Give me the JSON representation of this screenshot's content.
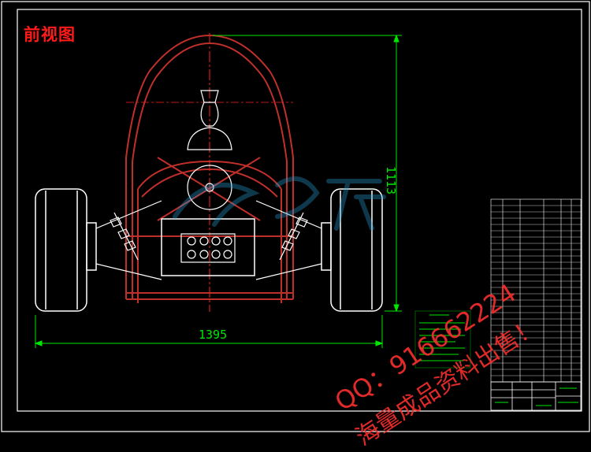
{
  "view_title": "前视图",
  "dimensions": {
    "overall_width": "1395",
    "overall_height": "1113"
  },
  "watermark": {
    "qq_line": "QQ：916662224",
    "sale_line": "海量成品资料出售！"
  },
  "colors": {
    "background": "#000000",
    "frame": "#ffffff",
    "roll_cage": "#c0302a",
    "dimension": "#00e800",
    "centerline": "#ff2020",
    "watermark": "#ff3030",
    "brand_mark": "#2aa0d8"
  }
}
